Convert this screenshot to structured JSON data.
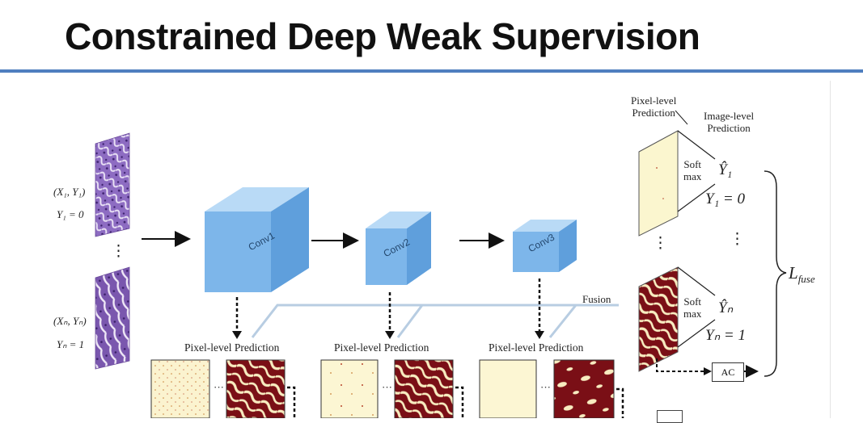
{
  "title": "Constrained Deep Weak Supervision",
  "inputs": [
    {
      "pair": "(X₁, Y₁)",
      "label": "Y₁ = 0"
    },
    {
      "pair": "(Xₙ, Yₙ)",
      "label": "Yₙ = 1"
    }
  ],
  "ellipsis_vertical": "⋮",
  "ellipsis_horizontal": "···",
  "conv_layers": [
    "Conv1",
    "Conv2",
    "Conv3"
  ],
  "fusion_label": "Fusion",
  "pixel_prediction_label": "Pixel-level Prediction",
  "right_panel": {
    "pixel_header": [
      "Pixel-level",
      "Prediction"
    ],
    "image_header": [
      "Image-level",
      "Prediction"
    ],
    "softmax": [
      "Soft",
      "max"
    ],
    "top": {
      "yhat": "Ŷ₁",
      "y": "Y₁ = 0"
    },
    "bottom": {
      "yhat": "Ŷₙ",
      "y": "Yₙ = 1"
    },
    "loss": "L",
    "loss_sub": "fuse",
    "ac_label": "AC"
  },
  "colors": {
    "accent_rule": "#4f7fbf",
    "conv_blue": "#7db6ea",
    "tissue_purple": "#7d5ab0",
    "mask_dark_red": "#7a0f16",
    "mask_cream": "#fbf6cf"
  }
}
